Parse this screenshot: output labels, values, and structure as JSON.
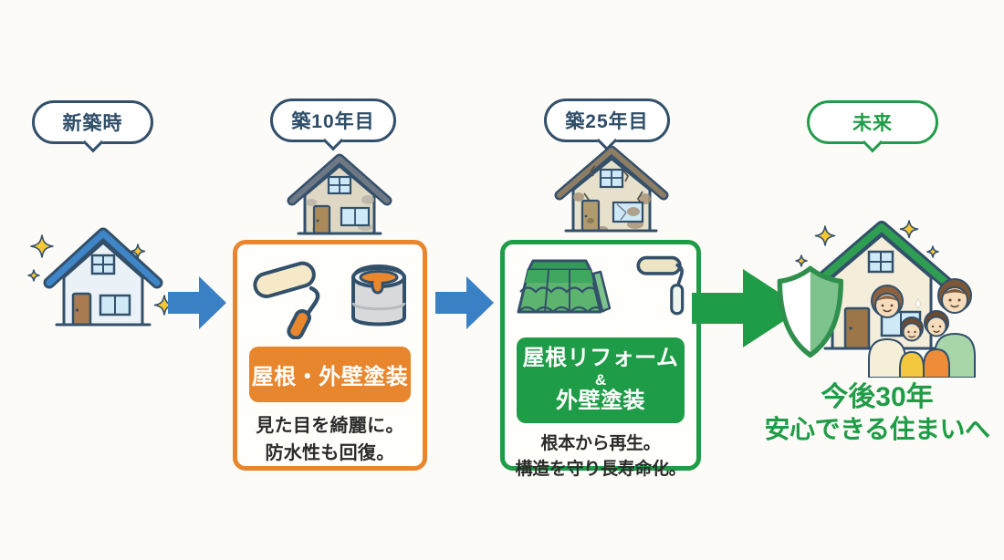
{
  "palette": {
    "background": "#fcfbf7",
    "outline_navy": "#33506b",
    "arrow_blue": "#3a80c4",
    "accent_orange": "#e8862d",
    "accent_green": "#1f9c47",
    "text_dark": "#2b2b2b",
    "sparkle_yellow": "#f6c832"
  },
  "stages": [
    {
      "id": "new-build",
      "label": "新築時"
    },
    {
      "id": "year-10",
      "label": "築10年目"
    },
    {
      "id": "year-25",
      "label": "築25年目"
    },
    {
      "id": "future",
      "label": "未来"
    }
  ],
  "paint_card": {
    "title": "屋根・外壁塗装",
    "desc1": "見た目を綺麗に。",
    "desc2": "防水性も回復。"
  },
  "reform_card": {
    "title1": "屋根リフォーム",
    "title2": "&",
    "title3": "外壁塗装",
    "desc1": "根本から再生。",
    "desc2": "構造を守り長寿命化。"
  },
  "future_message": {
    "line1": "今後30年",
    "line2": "安心できる住まいへ"
  },
  "icons": {
    "new_house": "sparkling-new-house",
    "aged_house_10": "house-with-stains",
    "aged_house_25": "house-with-cracks",
    "paint_roller": "paint-roller",
    "paint_can": "paint-can",
    "roof_tiles": "roof-tiles",
    "roller_vertical": "paint-roller",
    "shield": "protection-shield",
    "family": "family-of-four",
    "arrow_blue": "right-arrow",
    "arrow_green": "right-arrow",
    "sparkle": "four-point-star"
  }
}
